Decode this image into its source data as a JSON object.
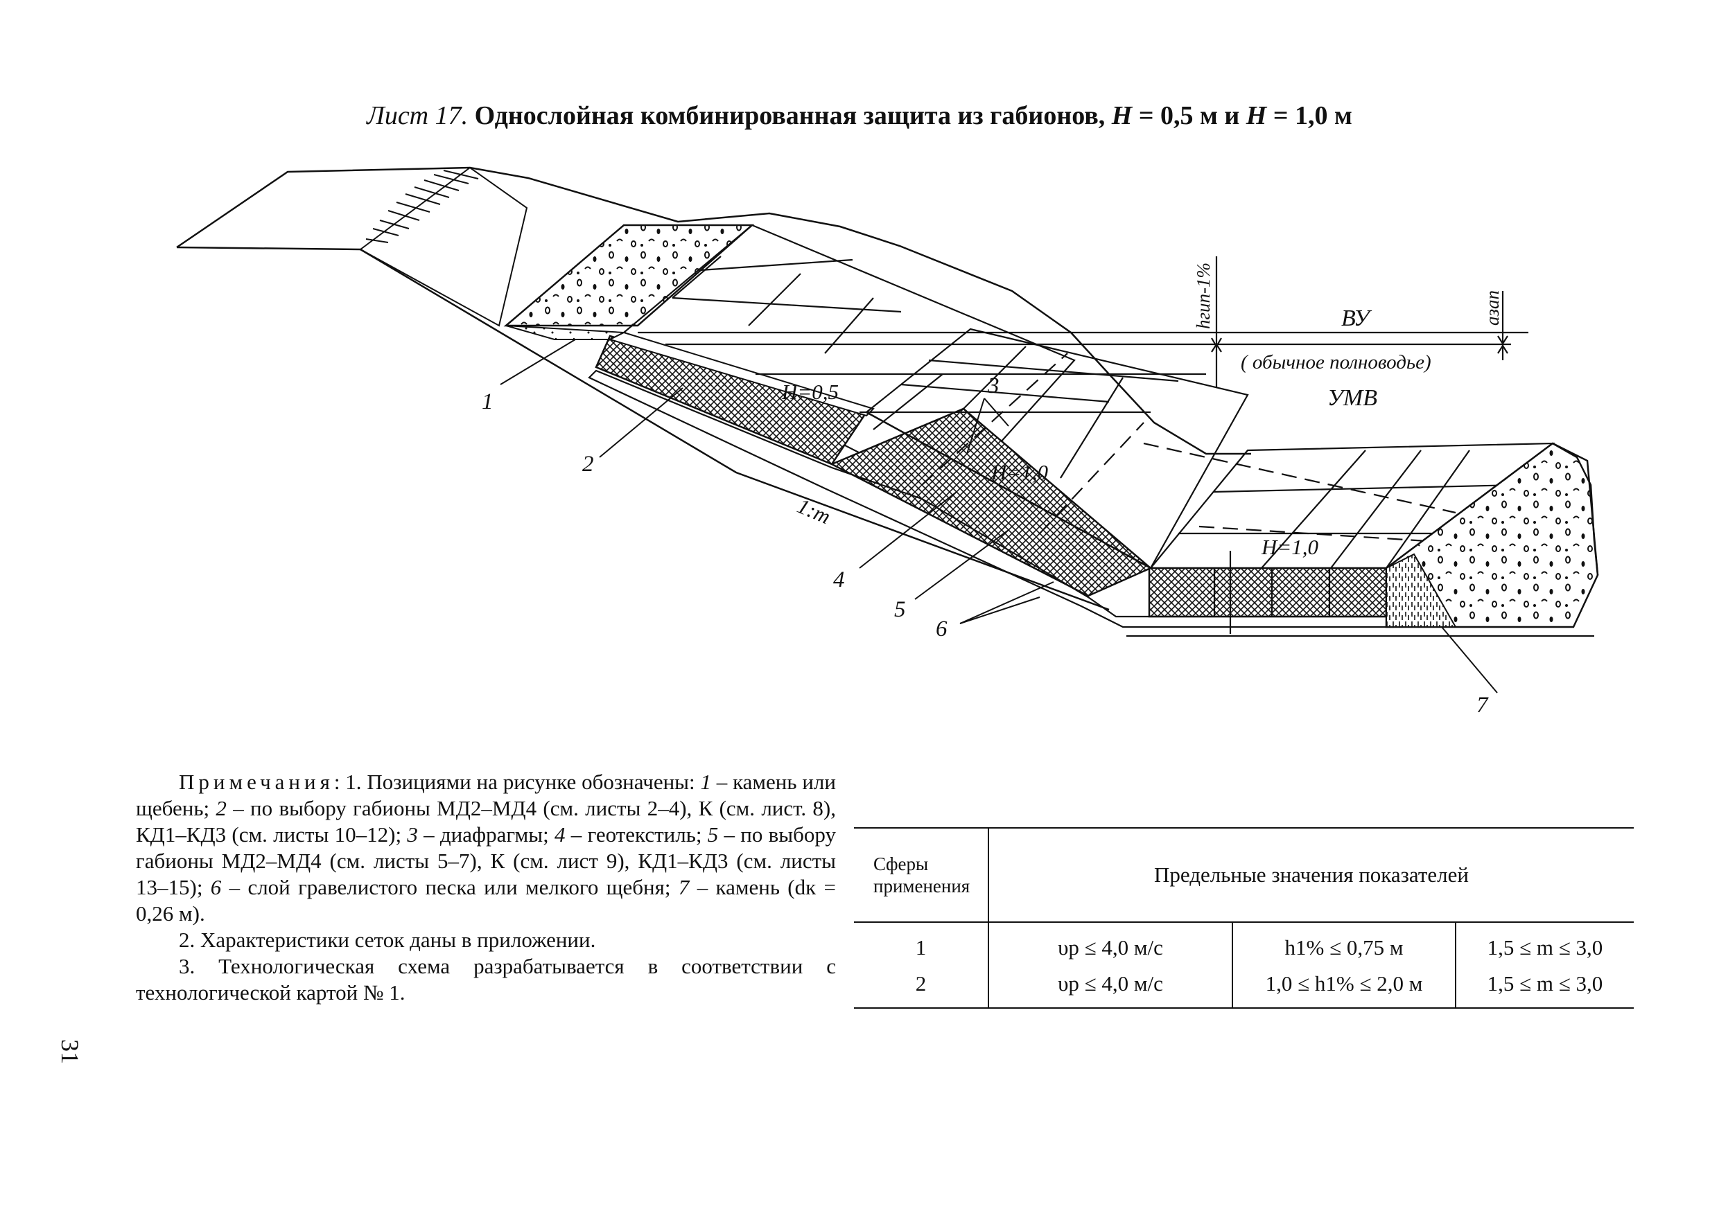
{
  "title": {
    "sheet": "Лист 17.",
    "main": "Однослойная комбинированная защита из габионов,",
    "H1_var": "H",
    "H1_val": " = 0,5 м и ",
    "H2_var": "H",
    "H2_val": " = 1,0 м"
  },
  "diagram": {
    "labels": {
      "h_run": "hгип-1%",
      "vu": "ВУ",
      "a_zap": "aзап",
      "flood": "( обычное полноводье)",
      "umv": "УМВ",
      "h05": "H=0,5",
      "h10_slope": "H=1,0",
      "h10_bottom": "H=1,0",
      "slope": "1:m"
    },
    "callouts": [
      "1",
      "2",
      "3",
      "4",
      "5",
      "6",
      "7"
    ]
  },
  "notes": {
    "heading": "Примечания",
    "n1_intro": ": 1. Позициями на рисунке обозначены: ",
    "n1_i1": "1",
    "n1_t1": " – камень или щебень; ",
    "n1_i2": "2",
    "n1_t2": " – по выбору габионы МД2–МД4 (см. листы 2–4), К (см. лист. 8), КД1–КД3 (см. листы 10–12); ",
    "n1_i3": "3",
    "n1_t3": " – диафрагмы; ",
    "n1_i4": "4",
    "n1_t4": " – геотекстиль; ",
    "n1_i5": "5",
    "n1_t5": " – по выбору габионы МД2–МД4 (см. листы 5–7), К (см. лист 9), КД1–КД3 (см. листы 13–15); ",
    "n1_i6": "6",
    "n1_t6": " – слой гравелистого песка или мелкого щебня; ",
    "n1_i7": "7",
    "n1_t7": " – камень (dк = 0,26 м).",
    "n2": "2. Характеристики сеток даны в приложении.",
    "n3": "3. Технологическая схема разрабатывается в соответствии с технологической картой № 1."
  },
  "page_number": "31",
  "table": {
    "col1_header": "Сферы применения",
    "col2_header": "Предельные значения показателей",
    "rows": [
      {
        "sphere": "1",
        "v": "υp ≤ 4,0 м/с",
        "h": "h1% ≤ 0,75 м",
        "m": "1,5 ≤ m ≤ 3,0"
      },
      {
        "sphere": "2",
        "v": "υp ≤ 4,0 м/с",
        "h": "1,0 ≤ h1% ≤ 2,0 м",
        "m": "1,5 ≤ m ≤ 3,0"
      }
    ]
  }
}
